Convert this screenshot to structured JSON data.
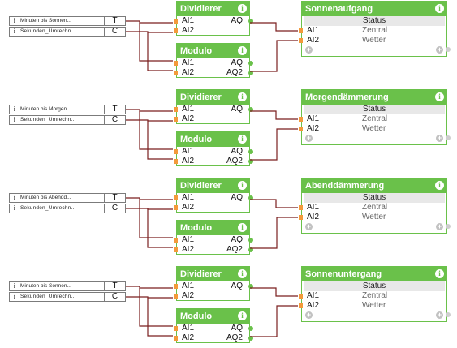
{
  "colors": {
    "accent": "#6ac14a",
    "wire": "#7a1e1e",
    "input_port": "#f39a3b",
    "status_bar": "#e8e8e8"
  },
  "icons": {
    "info": "info-icon",
    "add": "plus-icon"
  },
  "labels": {
    "info_glyph": "i",
    "plus_glyph": "+",
    "ai1": "AI1",
    "ai2": "AI2",
    "aq": "AQ",
    "aq2": "AQ2",
    "status": "Status",
    "zentral": "Zentral",
    "wetter": "Wetter",
    "port_t": "T",
    "port_c": "C"
  },
  "groups": [
    {
      "input1_name": "Minuten bis Sonnen...",
      "input2_name": "Sekunden_Umrechn...",
      "dividierer": "Dividierer",
      "modulo": "Modulo",
      "output_title": "Sonnenaufgang"
    },
    {
      "input1_name": "Minuten bis Morgen...",
      "input2_name": "Sekunden_Umrechn...",
      "dividierer": "Dividierer",
      "modulo": "Modulo",
      "output_title": "Morgendämmerung"
    },
    {
      "input1_name": "Minuten bis Abendd...",
      "input2_name": "Sekunden_Umrechn...",
      "dividierer": "Dividierer",
      "modulo": "Modulo",
      "output_title": "Abenddämmerung"
    },
    {
      "input1_name": "Minuten bis Sonnen...",
      "input2_name": "Sekunden_Umrechn...",
      "dividierer": "Dividierer",
      "modulo": "Modulo",
      "output_title": "Sonnenuntergang"
    }
  ]
}
